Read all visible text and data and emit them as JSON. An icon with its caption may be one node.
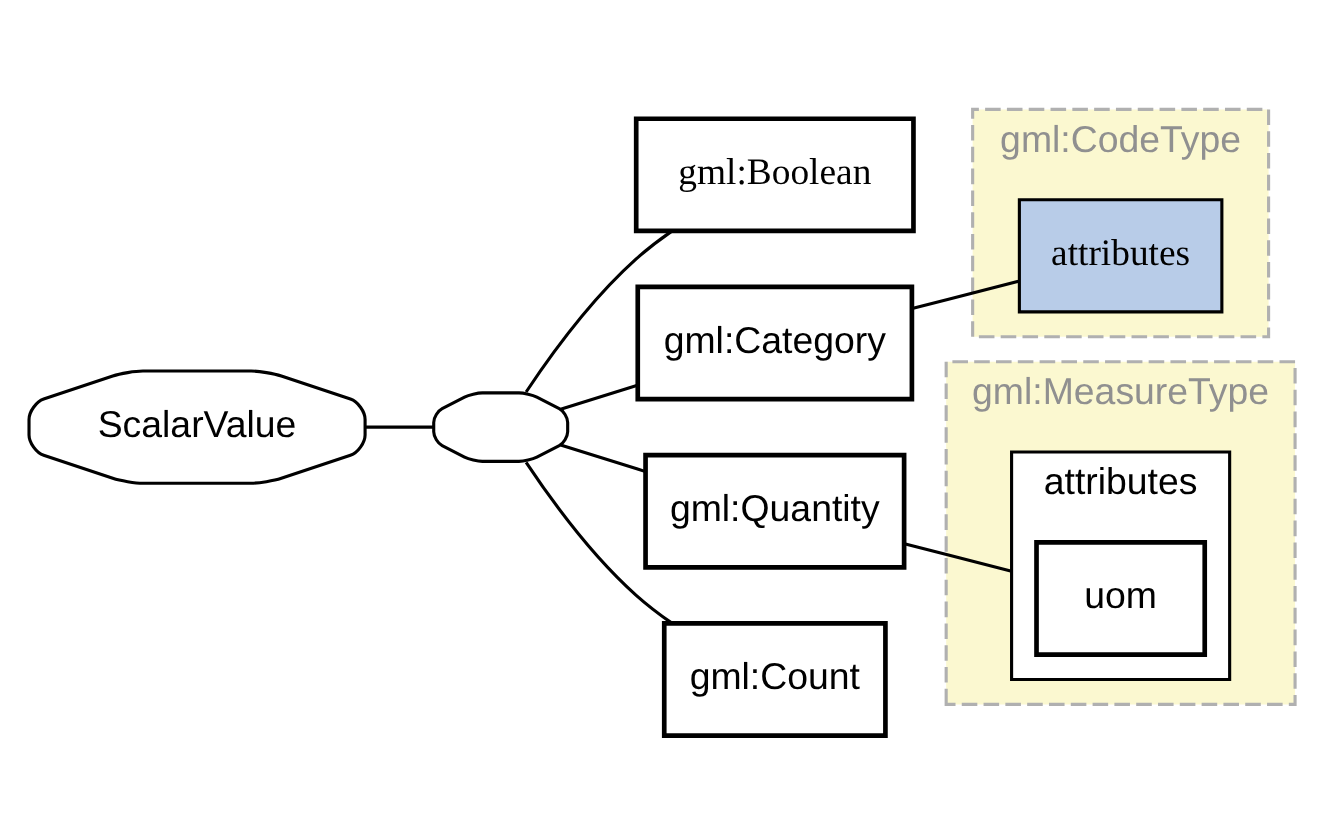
{
  "diagram": {
    "nodes": [
      {
        "text": [
          "ScalarValue"
        ]
      },
      {
        "text": [],
        "shape": "octagon"
      },
      {
        "text": [
          "gml:Boolean"
        ]
      },
      {
        "text": [
          "gml:CodeType"
        ]
      },
      {
        "text": [
          "gml:Category"
        ]
      },
      {
        "text": [
          "attributes"
        ],
        "in": 3
      },
      {
        "text": [
          "gml:Quantity"
        ]
      },
      {
        "text": [
          "gml:MeasureType"
        ]
      },
      {
        "text": [
          "attributes"
        ],
        "in": 7
      },
      {
        "text": [
          "uom"
        ],
        "in": 8
      },
      {
        "text": [
          "gml:Count"
        ]
      }
    ],
    "edges": [
      {
        "from": 0,
        "to": 1,
        "arrow": "none"
      },
      {
        "from": 1,
        "to": 2,
        "arrow": "none"
      },
      {
        "from": 1,
        "to": 4,
        "arrow": "none"
      },
      {
        "from": 1,
        "to": 6,
        "arrow": "none"
      },
      {
        "from": 1,
        "to": 10,
        "arrow": "none"
      },
      {
        "from": 4,
        "to": 5,
        "arrow": "none"
      },
      {
        "from": 6,
        "to": 8,
        "arrow": "none"
      }
    ]
  }
}
